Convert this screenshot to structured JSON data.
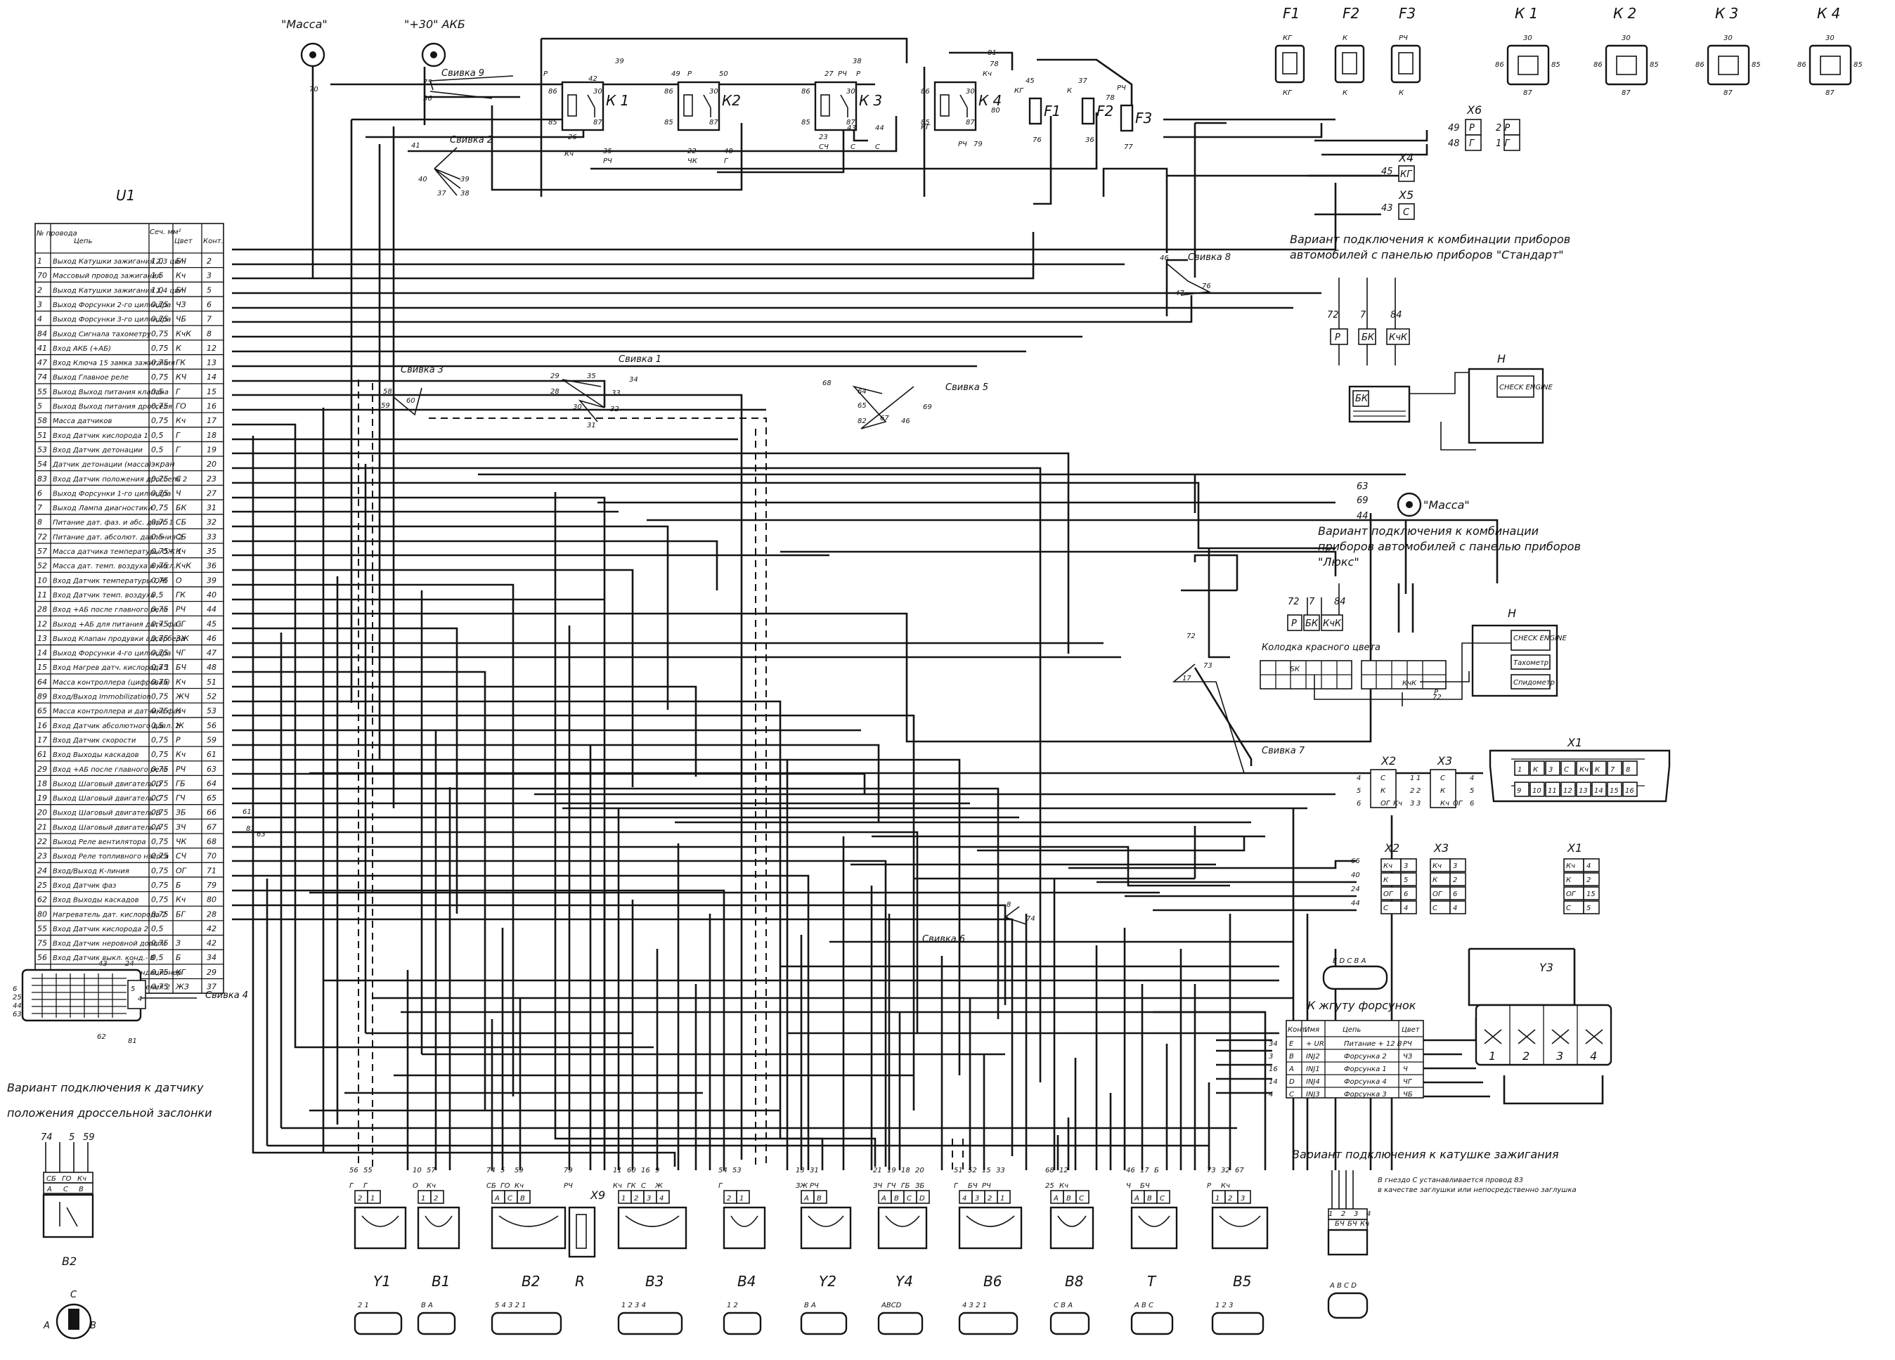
{
  "ground_labels": {
    "ground": "\"Масса\"",
    "battery": "\"+30\" АКБ",
    "ground_right": "\"Масса\""
  },
  "ecu": {
    "label": "U1",
    "headers": [
      "№ провода",
      "Цепь",
      "Сеч. мм²",
      "Цвет",
      "Конт."
    ],
    "rows": [
      [
        "1",
        "Выход Катушки зажигания 2,3 цил.",
        "1,0",
        "БЧ",
        "2"
      ],
      [
        "70",
        "Массовый провод зажигания",
        "1,5",
        "Кч",
        "3"
      ],
      [
        "2",
        "Выход Катушки зажигания 1,4 цил.",
        "1,0",
        "БЧ",
        "5"
      ],
      [
        "3",
        "Выход Форсунки 2-го цилиндра",
        "0,75",
        "ЧЗ",
        "6"
      ],
      [
        "4",
        "Выход Форсунки 3-го цилиндра",
        "0,75",
        "ЧБ",
        "7"
      ],
      [
        "84",
        "Выход Сигнала тахометру",
        "0,75",
        "КчК",
        "8"
      ],
      [
        "41",
        "Вход АКБ (+АБ)",
        "0,75",
        "К",
        "12"
      ],
      [
        "47",
        "Вход Ключа 15 замка зажигания",
        "0,75",
        "ГК",
        "13"
      ],
      [
        "74",
        "Выход Главное реле",
        "0,75",
        "КЧ",
        "14"
      ],
      [
        "55",
        "Выход Выход питания клапана",
        "0,5",
        "Г",
        "15"
      ],
      [
        "5",
        "Выход Выход питания дросселя",
        "0,75",
        "ГО",
        "16"
      ],
      [
        "58",
        "Масса датчиков",
        "0,75",
        "Кч",
        "17"
      ],
      [
        "51",
        "Вход Датчик кислорода 1",
        "0,5",
        "Г",
        "18"
      ],
      [
        "53",
        "Вход Датчик детонации",
        "0,5",
        "Г",
        "19"
      ],
      [
        "54",
        "Датчик детонации (масса)",
        "экран",
        "",
        "20"
      ],
      [
        "83",
        "Вход Датчик положения дросселя 2",
        "0,75",
        "С",
        "23"
      ],
      [
        "6",
        "Выход Форсунки 1-го цилиндра",
        "0,75",
        "Ч",
        "27"
      ],
      [
        "7",
        "Выход Лампа диагностики",
        "0,75",
        "БК",
        "31"
      ],
      [
        "8",
        "Питание дат. фаз. и абс. давл. 1",
        "0,75",
        "СБ",
        "32"
      ],
      [
        "72",
        "Питание дат. абсолют. давления 2",
        "0,5",
        "СБ",
        "33"
      ],
      [
        "57",
        "Масса датчика температуры ОЖ 1",
        "0,75",
        "Кч",
        "35"
      ],
      [
        "52",
        "Масса дат. темп. воздуха и кисл.",
        "0,75",
        "КчК",
        "36"
      ],
      [
        "10",
        "Вход Датчик температуры ОЖ",
        "0,75",
        "О",
        "39"
      ],
      [
        "11",
        "Вход Датчик темп. воздуха",
        "0,5",
        "ГК",
        "40"
      ],
      [
        "28",
        "Вход +АБ после главного реле",
        "0,75",
        "РЧ",
        "44"
      ],
      [
        "12",
        "Выход +АБ для питания датч. фаз",
        "0,75",
        "СГ",
        "45"
      ],
      [
        "13",
        "Выход Клапан продувки адсорбера",
        "0,75",
        "ЗЖ",
        "46"
      ],
      [
        "14",
        "Выход Форсунки 4-го цилиндра",
        "0,75",
        "ЧГ",
        "47"
      ],
      [
        "15",
        "Вход Нагрев датч. кислорода 1",
        "0,75",
        "БЧ",
        "48"
      ],
      [
        "64",
        "Масса контроллера (цифровая)",
        "0,75",
        "Кч",
        "51"
      ],
      [
        "89",
        "Вход/Выход Immobilization",
        "0,75",
        "ЖЧ",
        "52"
      ],
      [
        "65",
        "Масса контроллера и датчика фаз",
        "0,75",
        "Кч",
        "53"
      ],
      [
        "16",
        "Вход Датчик абсолютного давл. 1",
        "0,5",
        "Ж",
        "56"
      ],
      [
        "17",
        "Вход Датчик скорости",
        "0,75",
        "Р",
        "59"
      ],
      [
        "61",
        "Вход Выходы каскадов",
        "0,75",
        "Кч",
        "61"
      ],
      [
        "29",
        "Вход +АБ после главного реле",
        "0,75",
        "РЧ",
        "63"
      ],
      [
        "18",
        "Выход Шаговый двигатель D",
        "0,75",
        "ГБ",
        "64"
      ],
      [
        "19",
        "Выход Шаговый двигатель С",
        "0,75",
        "ГЧ",
        "65"
      ],
      [
        "20",
        "Выход Шаговый двигатель В",
        "0,75",
        "ЗБ",
        "66"
      ],
      [
        "21",
        "Выход Шаговый двигатель А",
        "0,75",
        "ЗЧ",
        "67"
      ],
      [
        "22",
        "Выход Реле вентилятора",
        "0,75",
        "ЧК",
        "68"
      ],
      [
        "23",
        "Выход Реле топливного насоса",
        "0,75",
        "СЧ",
        "70"
      ],
      [
        "24",
        "Вход/Выход К-линия",
        "0,75",
        "ОГ",
        "71"
      ],
      [
        "25",
        "Вход Датчик фаз",
        "0,75",
        "Б",
        "79"
      ],
      [
        "62",
        "Вход Выходы каскадов",
        "0,75",
        "Кч",
        "80"
      ],
      [
        "80",
        "Нагреватель дат. кислорода 2",
        "0,75",
        "БГ",
        "28"
      ],
      [
        "55",
        "Вход Датчик кислорода 2",
        "0,5",
        "",
        "42"
      ],
      [
        "75",
        "Вход Датчик неровной дороги",
        "0,75",
        "З",
        "42"
      ],
      [
        "56",
        "Вход Датчик выкл. конд.- В",
        "0,5",
        "Б",
        "34"
      ],
      [
        "80",
        "Управ. реле питания кондиционер",
        "0,75",
        "КГ",
        "29"
      ],
      [
        "73",
        "Вход Датчик абсол. давления 2",
        "0,75",
        "ЖЗ",
        "37"
      ]
    ]
  },
  "relays": [
    {
      "label": "К 1",
      "pins": [
        "86",
        "30",
        "85",
        "87"
      ]
    },
    {
      "label": "К2",
      "pins": [
        "86",
        "30",
        "85",
        "87"
      ]
    },
    {
      "label": "К 3",
      "pins": [
        "86",
        "30",
        "85",
        "87"
      ]
    },
    {
      "label": "К 4",
      "pins": [
        "86",
        "30",
        "85",
        "87"
      ]
    }
  ],
  "relay_wire_labels": [
    "Р",
    "39",
    "42",
    "38",
    "49",
    "Р",
    "50",
    "27",
    "РЧ",
    "Р",
    "81",
    "Кч",
    "78",
    "26",
    "Кч",
    "35",
    "РЧ",
    "22",
    "ЧК",
    "48",
    "Г",
    "23",
    "СЧ",
    "43",
    "С",
    "44",
    "С",
    "КГ",
    "РЧ",
    "79",
    "80"
  ],
  "fuses": [
    {
      "label": "F1",
      "top": "45",
      "wire": "КГ",
      "num": "76"
    },
    {
      "label": "F2",
      "top": "37",
      "wire": "К",
      "num": "36"
    },
    {
      "label": "F3",
      "top": "РЧ",
      "wire": "78",
      "num": "77"
    }
  ],
  "top_parts": [
    {
      "label": "F1",
      "wires": [
        "КГ",
        "КГ"
      ]
    },
    {
      "label": "F2",
      "wires": [
        "К",
        "К"
      ]
    },
    {
      "label": "F3",
      "wires": [
        "РЧ",
        "К"
      ]
    },
    {
      "label": "К 1",
      "pins": [
        "30",
        "86",
        "85",
        "87"
      ]
    },
    {
      "label": "К 2",
      "pins": [
        "30",
        "86",
        "85",
        "87"
      ]
    },
    {
      "label": "К 3",
      "pins": [
        "30",
        "86",
        "85",
        "87"
      ]
    },
    {
      "label": "К 4",
      "pins": [
        "30",
        "86",
        "85",
        "87"
      ]
    }
  ],
  "splices": [
    {
      "label": "Свивка 9"
    },
    {
      "label": "Свивка 2"
    },
    {
      "label": "Свивка 3"
    },
    {
      "label": "Свивка 1"
    },
    {
      "label": "Свивка 5"
    },
    {
      "label": "Свивка 8"
    },
    {
      "label": "Свивка 7"
    },
    {
      "label": "Свивка 6"
    },
    {
      "label": "Свивка 4"
    }
  ],
  "splice_numbers": [
    "75",
    "36",
    "70",
    "41",
    "40",
    "39",
    "37",
    "38",
    "58",
    "59",
    "60",
    "29",
    "28",
    "30",
    "31",
    "35",
    "34",
    "33",
    "32",
    "68",
    "64",
    "65",
    "82",
    "67",
    "46",
    "69",
    "46",
    "47",
    "76",
    "72",
    "17",
    "73",
    "8",
    "9",
    "74",
    "61",
    "81",
    "63"
  ],
  "x_connectors": {
    "x6": {
      "label": "X6",
      "wires": [
        "49",
        "48"
      ],
      "cells": [
        "Р",
        "Г"
      ],
      "pins_right": [
        "2 Р",
        "1 Г"
      ]
    },
    "x4": {
      "label": "X4",
      "wire": "45",
      "cell": "КГ"
    },
    "x5": {
      "label": "X5",
      "wire": "43",
      "cell": "С"
    }
  },
  "variants": {
    "standard": "Вариант подключения к комбинации приборов автомобилей с панелью приборов \"Стандарт\"",
    "lux": "Вариант подключения к комбинации приборов автомобилей с панелью приборов \"Люкс\"",
    "throttle": "Вариант подключения к датчику положения дроссельной заслонки",
    "coil": "Вариант подключения к катушке зажигания"
  },
  "std_panel": {
    "wires": [
      "72",
      "7",
      "84"
    ],
    "cells": [
      "Р",
      "БК",
      "КчК"
    ],
    "block": "БК",
    "h_label": "Н",
    "check": "CHECK ENGINE"
  },
  "masse_wires": [
    "63",
    "69",
    "44"
  ],
  "lux_panel": {
    "wires": [
      "72",
      "7",
      "84"
    ],
    "cells": [
      "Р",
      "БК",
      "КчК"
    ],
    "h_label": "Н",
    "red_block": "Колодка красного цвета",
    "lamps": [
      "CHECK ENGINE",
      "Тахометр",
      "Спидометр"
    ],
    "marks": [
      "БК",
      "КчК",
      "Р",
      "72"
    ]
  },
  "diag": {
    "x1": {
      "label": "X1",
      "top": [
        "1",
        "К",
        "3",
        "С",
        "Кч",
        "К",
        "7",
        "8"
      ],
      "bottom": [
        "9",
        "10",
        "11",
        "12",
        "13",
        "14",
        "15",
        "16"
      ]
    },
    "x2": {
      "label": "X2",
      "rows": [
        [
          "4",
          "С",
          "1"
        ],
        [
          "5",
          "К",
          "2"
        ],
        [
          "6",
          "ОГ",
          "Кч",
          "3"
        ]
      ]
    },
    "x3": {
      "label": "X3",
      "rows": [
        [
          "1",
          "С",
          "4"
        ],
        [
          "2",
          "К",
          "5"
        ],
        [
          "3",
          "Кч",
          "ОГ",
          "6"
        ]
      ]
    }
  },
  "diag_table": {
    "wires": [
      "66",
      "40",
      "24",
      "44"
    ],
    "x2": {
      "label": "X2",
      "rows": [
        [
          "Кч",
          "3"
        ],
        [
          "К",
          "5"
        ],
        [
          "ОГ",
          "6"
        ],
        [
          "С",
          "4"
        ]
      ]
    },
    "x3": {
      "label": "X3",
      "rows": [
        [
          "Кч",
          "3"
        ],
        [
          "К",
          "2"
        ],
        [
          "ОГ",
          "6"
        ],
        [
          "С",
          "4"
        ]
      ]
    },
    "x1": {
      "label": "X1",
      "rows": [
        [
          "Кч",
          "4"
        ],
        [
          "К",
          "2"
        ],
        [
          "ОГ",
          "15"
        ],
        [
          "С",
          "5"
        ]
      ]
    }
  },
  "injector_plug": {
    "pins": "E D C B A",
    "title": "К жгуту форсунок"
  },
  "injector_table": {
    "headers": [
      "Конт.",
      "Имя",
      "Цепь",
      "Цвет"
    ],
    "rows": [
      [
        "Е",
        "+ UR",
        "Питание + 12 В",
        "РЧ"
      ],
      [
        "В",
        "INJ2",
        "Форсунка 2",
        "ЧЗ"
      ],
      [
        "А",
        "INJ1",
        "Форсунка 1",
        "Ч"
      ],
      [
        "D",
        "INJ4",
        "Форсунка 4",
        "ЧГ"
      ],
      [
        "С",
        "INJ3",
        "Форсунка 3",
        "ЧБ"
      ]
    ],
    "left_nums": [
      "34",
      "3",
      "16",
      "14",
      "4"
    ]
  },
  "y3": {
    "label": "Y3",
    "nums": [
      "1",
      "2",
      "3",
      "4"
    ]
  },
  "coil": {
    "wires": [
      "1",
      "БЧ",
      "2",
      "БЧ",
      "3",
      "Кч",
      "4"
    ],
    "pins": "A B C D",
    "note1": "В гнездо С устанавливается провод 83",
    "note2": "в качестве заглушки или непосредственно заглушка"
  },
  "b2_variant": {
    "wires": [
      "74",
      "5",
      "59"
    ],
    "cells": [
      "СБ",
      "ГО",
      "Кч"
    ],
    "pins": [
      "А",
      "С",
      "В"
    ],
    "label": "B2",
    "plug": "С",
    "plug_a": "А",
    "plug_b": "В"
  },
  "ecu_conn": {
    "labels": [
      "43",
      "24",
      "6",
      "25",
      "44",
      "63",
      "62",
      "81",
      "5",
      "4"
    ],
    "splice": "Свивка 4"
  },
  "bottom_components": [
    {
      "label": "Y1",
      "wires": [
        "56",
        "55",
        "Г",
        "Г"
      ],
      "pins": [
        "2",
        "1"
      ],
      "plug_pins": "2 1"
    },
    {
      "label": "B1",
      "wires": [
        "10",
        "57",
        "О",
        "Кч"
      ],
      "pins": [
        "1",
        "2"
      ],
      "plug_pins": "В А"
    },
    {
      "label": "B2",
      "wires": [
        "74",
        "5",
        "59",
        "СБ",
        "ГО",
        "Кч"
      ],
      "pins": [
        "А",
        "С",
        "В"
      ],
      "plug_pins": "5 4 3 2 1"
    },
    {
      "label": "R",
      "wires": [
        "79",
        "РЧ"
      ],
      "pins": [],
      "plug_pins": "",
      "x": "X9"
    },
    {
      "label": "B3",
      "wires": [
        "11",
        "60",
        "16",
        "9",
        "Кч",
        "ГК",
        "С",
        "Ж"
      ],
      "pins": [
        "1",
        "2",
        "3",
        "4"
      ],
      "plug_pins": "1 2 3 4"
    },
    {
      "label": "B4",
      "wires": [
        "54",
        "53",
        "Г"
      ],
      "pins": [
        "2",
        "1"
      ],
      "plug_pins": "1 2"
    },
    {
      "label": "Y2",
      "wires": [
        "13",
        "31",
        "ЗЖ",
        "РЧ"
      ],
      "pins": [
        "А",
        "В"
      ],
      "plug_pins": "В А"
    },
    {
      "label": "Y4",
      "wires": [
        "21",
        "19",
        "18",
        "20",
        "ЗЧ",
        "ГЧ",
        "ГБ",
        "ЗБ"
      ],
      "pins": [
        "А",
        "В",
        "С",
        "D"
      ],
      "plug_pins": "ABCD"
    },
    {
      "label": "B6",
      "wires": [
        "51",
        "52",
        "15",
        "33",
        "Г",
        "БЧ",
        "РЧ"
      ],
      "pins": [
        "4",
        "3",
        "2",
        "1"
      ],
      "plug_pins": "4 3 2 1"
    },
    {
      "label": "B8",
      "wires": [
        "68",
        "12",
        "25",
        "Кч"
      ],
      "pins": [
        "А",
        "В",
        "С"
      ],
      "plug_pins": "С В А"
    },
    {
      "label": "T",
      "wires": [
        "46",
        "17",
        "Б",
        "Ч",
        "БЧ"
      ],
      "pins": [
        "А",
        "В",
        "С"
      ],
      "plug_pins": "А В С"
    },
    {
      "label": "B5",
      "wires": [
        "73",
        "32",
        "67",
        "Р",
        "Кч"
      ],
      "pins": [
        "1",
        "2",
        "3"
      ],
      "plug_pins": "1 2 3"
    }
  ]
}
